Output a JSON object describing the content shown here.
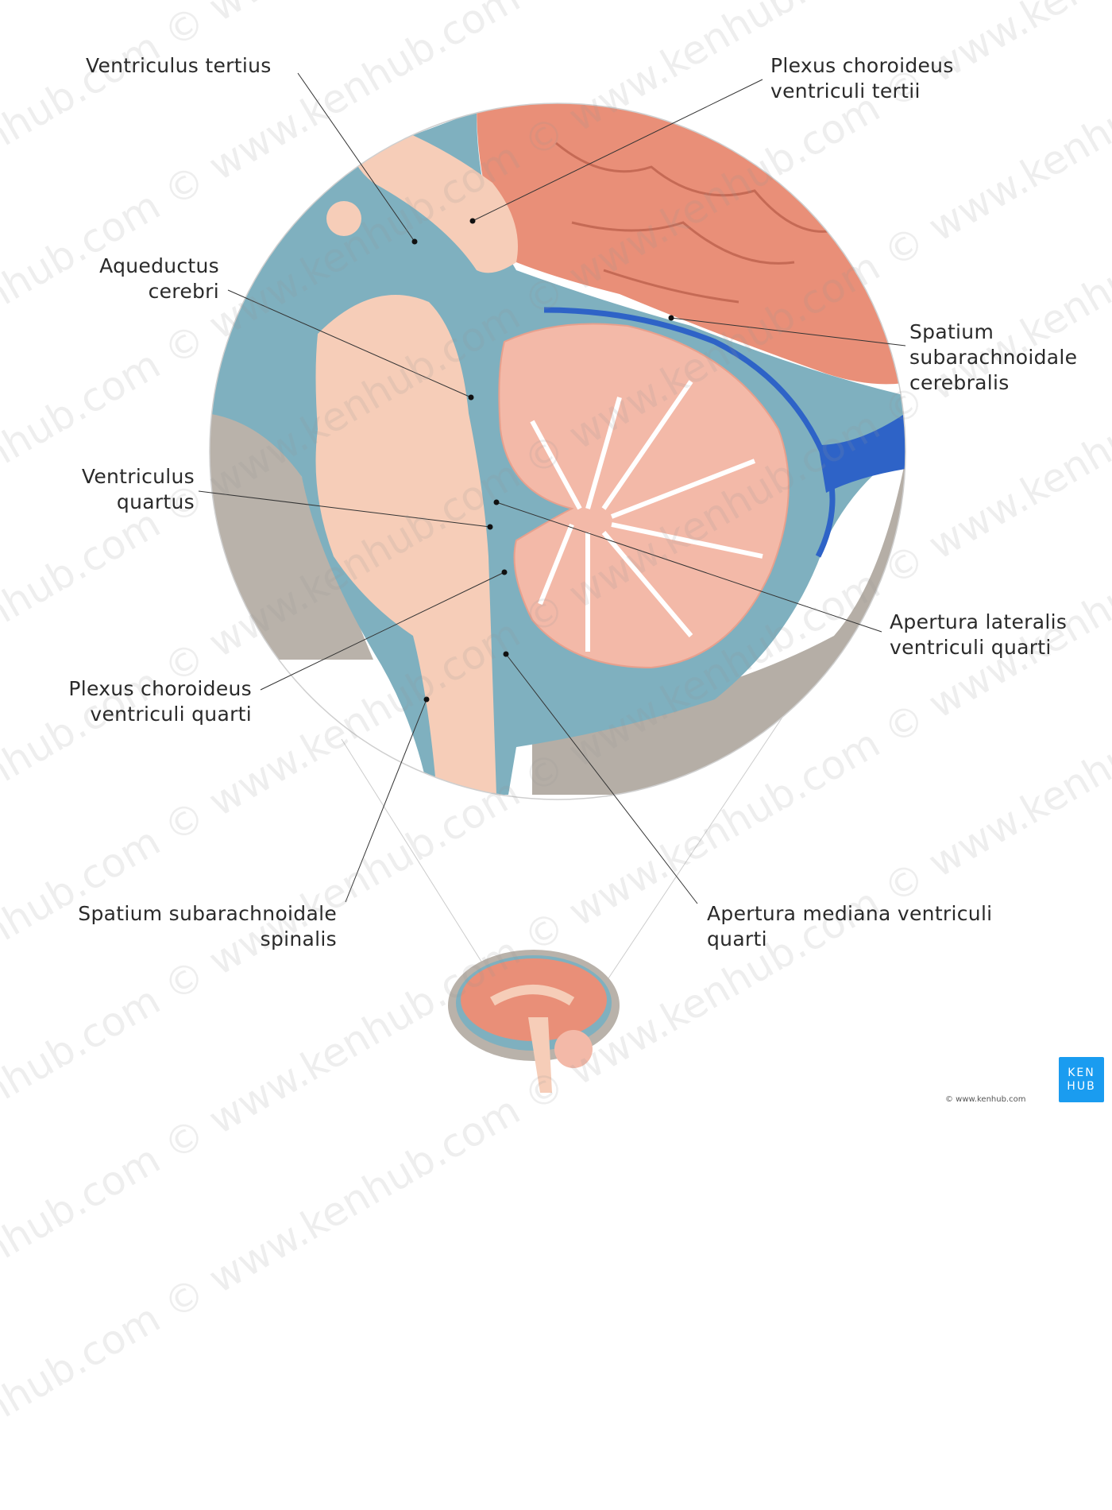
{
  "labels": {
    "ventriculus_tertius": "Ventriculus tertius",
    "plexus_tertii_1": "Plexus choroideus",
    "plexus_tertii_2": "ventriculi tertii",
    "aqueductus_1": "Aqueductus",
    "aqueductus_2": "cerebri",
    "spatium_cerebralis_1": "Spatium",
    "spatium_cerebralis_2": "subarachnoidale",
    "spatium_cerebralis_3": "cerebralis",
    "ventriculus_quartus_1": "Ventriculus",
    "ventriculus_quartus_2": "quartus",
    "apertura_lateralis_1": "Apertura lateralis",
    "apertura_lateralis_2": "ventriculi quarti",
    "plexus_quarti_1": "Plexus choroideus",
    "plexus_quarti_2": "ventriculi quarti",
    "spatium_spinalis_1": "Spatium subarachnoidale",
    "spatium_spinalis_2": "spinalis",
    "apertura_mediana_1": "Apertura mediana ventriculi",
    "apertura_mediana_2": "quarti"
  },
  "brand": {
    "logo_line1": "KEN",
    "logo_line2": "HUB",
    "copyright": "© www.kenhub.com",
    "watermark": "www.kenhub.com ©",
    "color": "#1a9cf0"
  },
  "colors": {
    "csf": "#7fb0bf",
    "tissue": "#f6cdb8",
    "cortex": "#e98f78",
    "bone": "#b9b2aa",
    "vein": "#2e63c7"
  }
}
